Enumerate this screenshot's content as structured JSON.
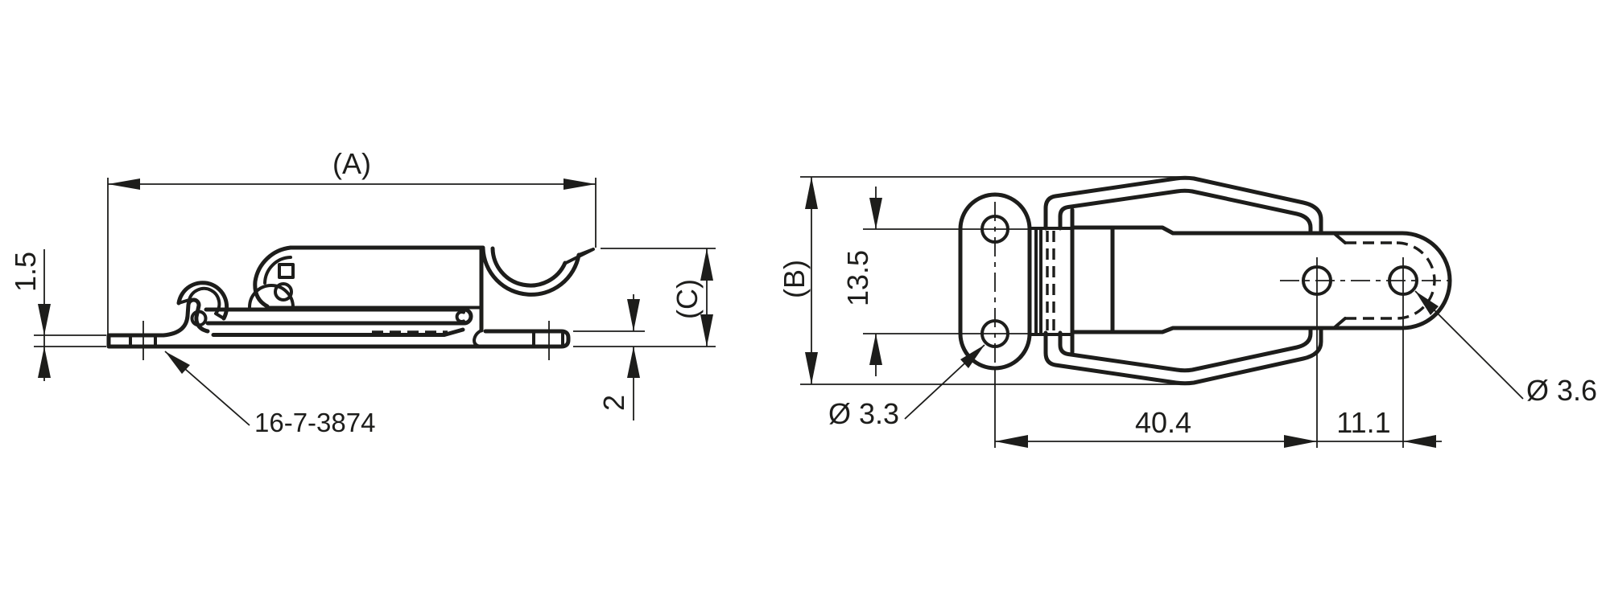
{
  "drawing": {
    "type": "technical-drawing",
    "background": "#ffffff",
    "line_color": "#1d1d1b",
    "part_number": "16-7-3874",
    "side_view": {
      "dim_overall_length": "(A)",
      "dim_base_plate_thickness": "1.5",
      "dim_overall_height": "(C)",
      "dim_catch_plate_thickness": "2"
    },
    "top_view": {
      "dim_overall_width": "(B)",
      "dim_mounting_hole_pitch": "13.5",
      "dim_mounting_hole_diameter": "Ø 3.3",
      "dim_arm_hole_diameter": "Ø 3.6",
      "dim_hole_center_distance": "40.4",
      "dim_end_hole_offset": "11.1"
    }
  }
}
